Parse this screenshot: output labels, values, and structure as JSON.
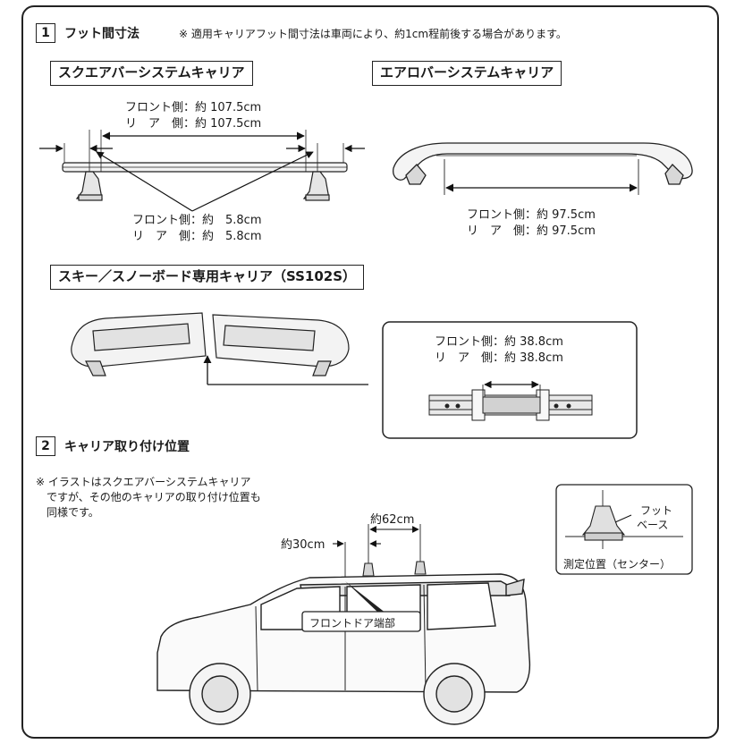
{
  "section1": {
    "number": "1",
    "title": "フット間寸法",
    "note": "※ 適用キャリアフット間寸法は車両により、約1cm程前後する場合があります。"
  },
  "square_bar": {
    "title": "スクエアバーシステムキャリア",
    "span_front": "フロント側：約 107.5cm",
    "span_rear": "リ　ア　側：約 107.5cm",
    "overhang_front": "フロント側：約　5.8cm",
    "overhang_rear": "リ　ア　側：約　5.8cm"
  },
  "aero_bar": {
    "title": "エアロバーシステムキャリア",
    "span_front": "フロント側：約 97.5cm",
    "span_rear": "リ　ア　側：約 97.5cm"
  },
  "ski_carrier": {
    "title": "スキー／スノーボード専用キャリア（SS102S）",
    "span_front": "フロント側：約 38.8cm",
    "span_rear": "リ　ア　側：約 38.8cm"
  },
  "section2": {
    "number": "2",
    "title": "キャリア取り付け位置",
    "note_line1": "※ イラストはスクエアバーシステムキャリア",
    "note_line2": "ですが、その他のキャリアの取り付け位置も",
    "note_line3": "同様です。",
    "dim_front": "約30cm",
    "dim_between": "約62cm",
    "door_label": "フロントドア端部",
    "foot_label_line1": "フット",
    "foot_label_line2": "ベース",
    "measure_label": "測定位置（センター）"
  }
}
